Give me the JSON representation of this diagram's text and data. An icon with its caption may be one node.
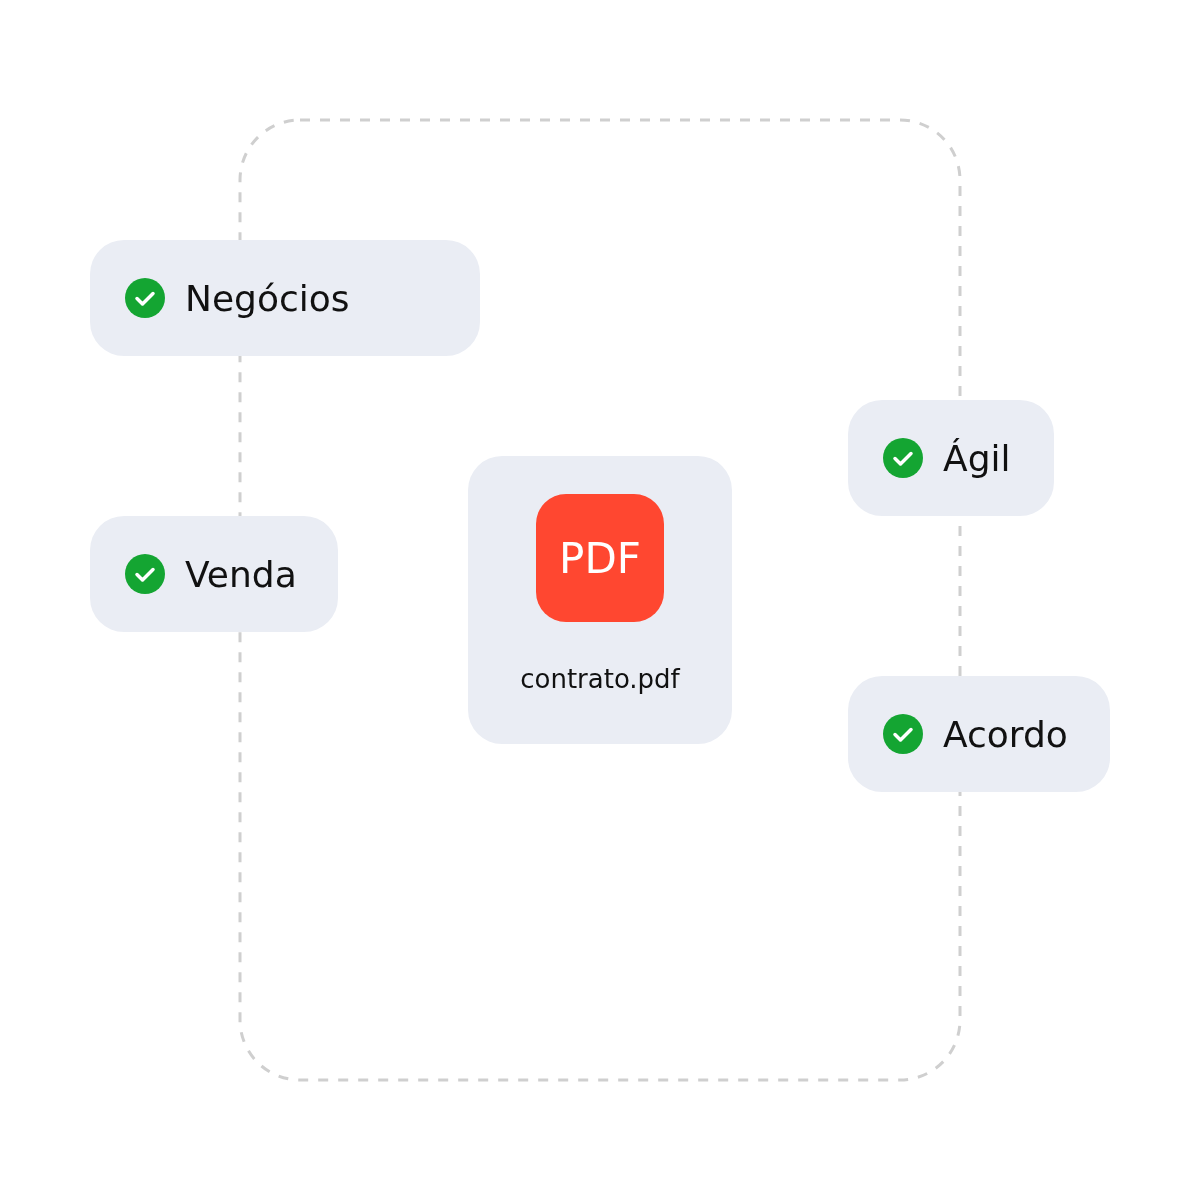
{
  "diagram": {
    "nodes": [
      {
        "text": [
          "Negócios"
        ]
      },
      {
        "text": [
          "Ágil"
        ]
      },
      {
        "text": [
          "contrato.pdf"
        ]
      },
      {
        "text": [
          "PDF"
        ],
        "in": 2
      },
      {
        "text": [
          "Venda"
        ]
      },
      {
        "text": [
          "Acordo"
        ]
      }
    ]
  }
}
